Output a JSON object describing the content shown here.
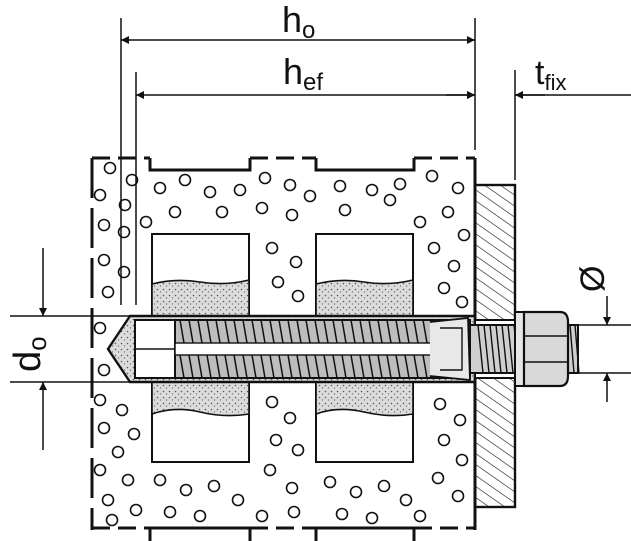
{
  "labels": {
    "h0": {
      "main": "h",
      "sub": "o"
    },
    "hef": {
      "main": "h",
      "sub": "ef"
    },
    "tfix": {
      "main": "t",
      "sub": "fix"
    },
    "d0": {
      "main": "d",
      "sub": "o"
    },
    "diameter": "Ø"
  },
  "colors": {
    "ink": "#111111",
    "filling": "#d4d4d4",
    "plate_hatch": "#111111"
  }
}
